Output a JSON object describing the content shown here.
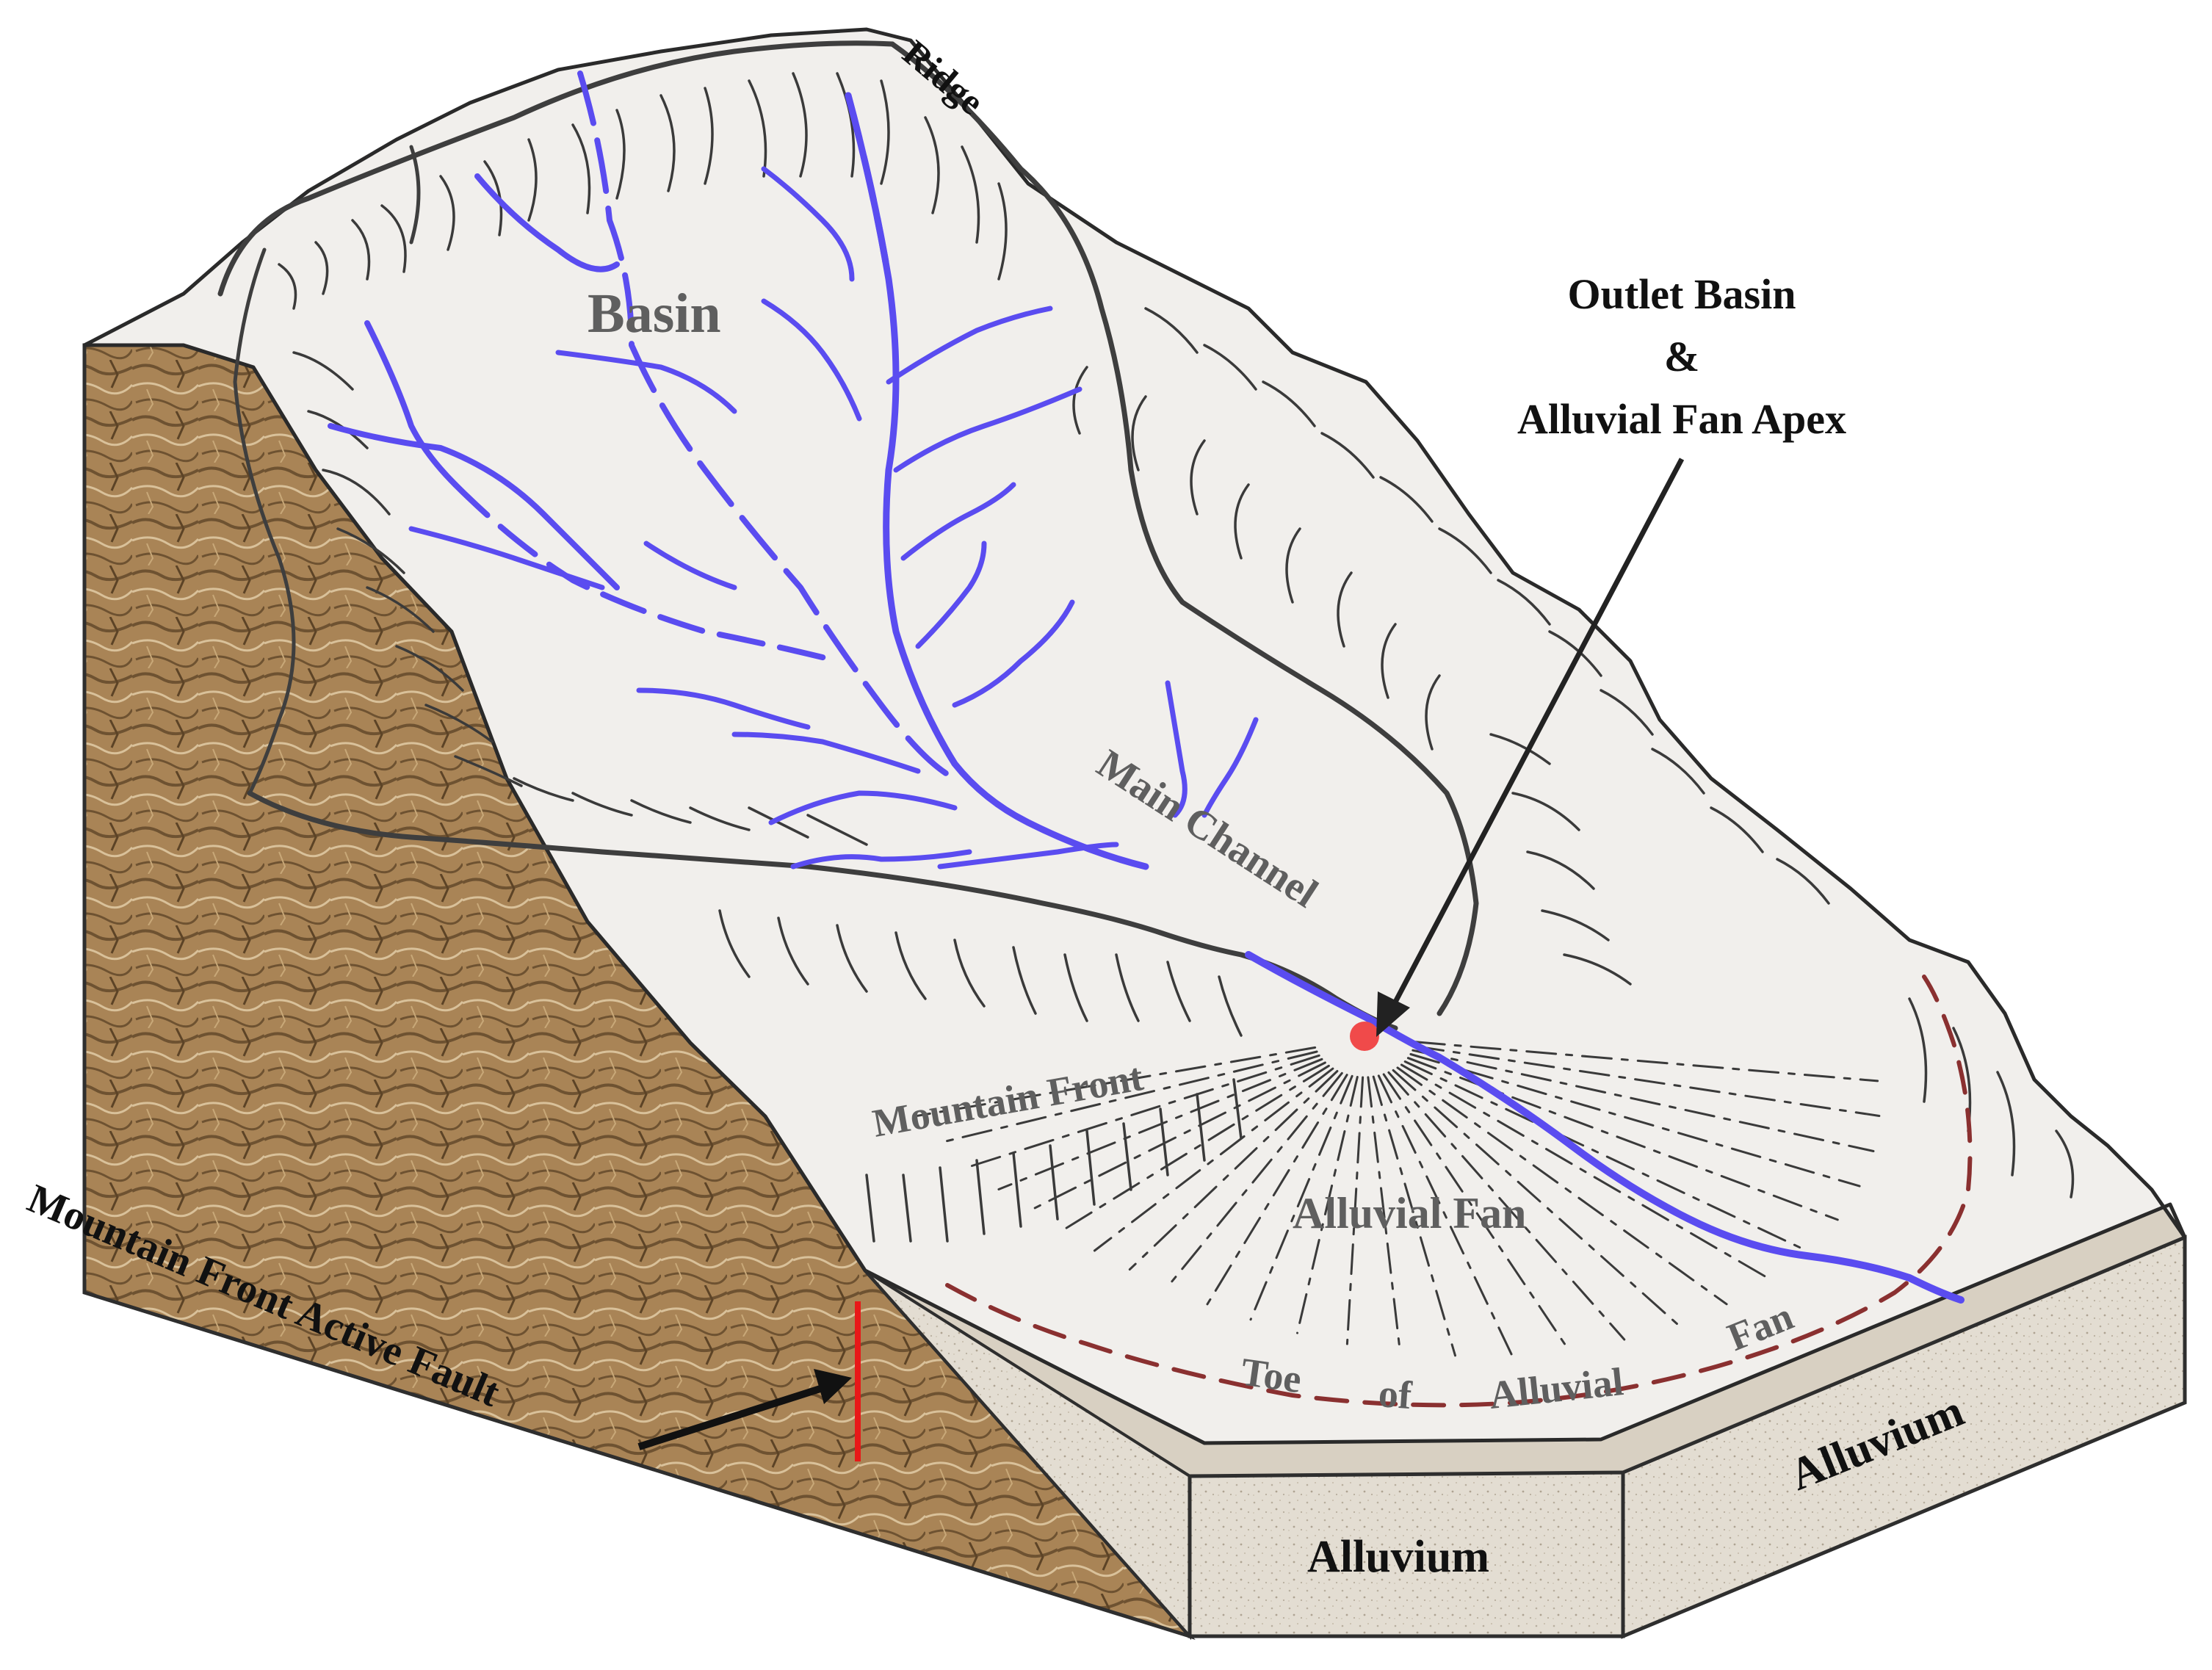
{
  "labels": {
    "ridge": "Ridge",
    "basin": "Basin",
    "outlet_line1": "Outlet Basin",
    "outlet_line2": "&",
    "outlet_line3": "Alluvial Fan Apex",
    "main_channel": "Main Channel",
    "mountain_front": "Mountain Front",
    "alluvial_fan": "Alluvial Fan",
    "toe_word1": "Toe",
    "toe_word2": "of",
    "toe_word3": "Alluvial",
    "toe_word4": "Fan",
    "fault": "Mountain Front Active Fault",
    "alluvium_front": "Alluvium",
    "alluvium_side": "Alluvium"
  },
  "colors": {
    "drainage": "#5a4cf0",
    "fan_apex": "#f04a4a",
    "fault_line": "#e81818",
    "toe_dash": "#8a3030",
    "terrain_surface": "#f1efec",
    "rock_face": "#a98456",
    "alluvium_face": "#e3ddd2"
  }
}
